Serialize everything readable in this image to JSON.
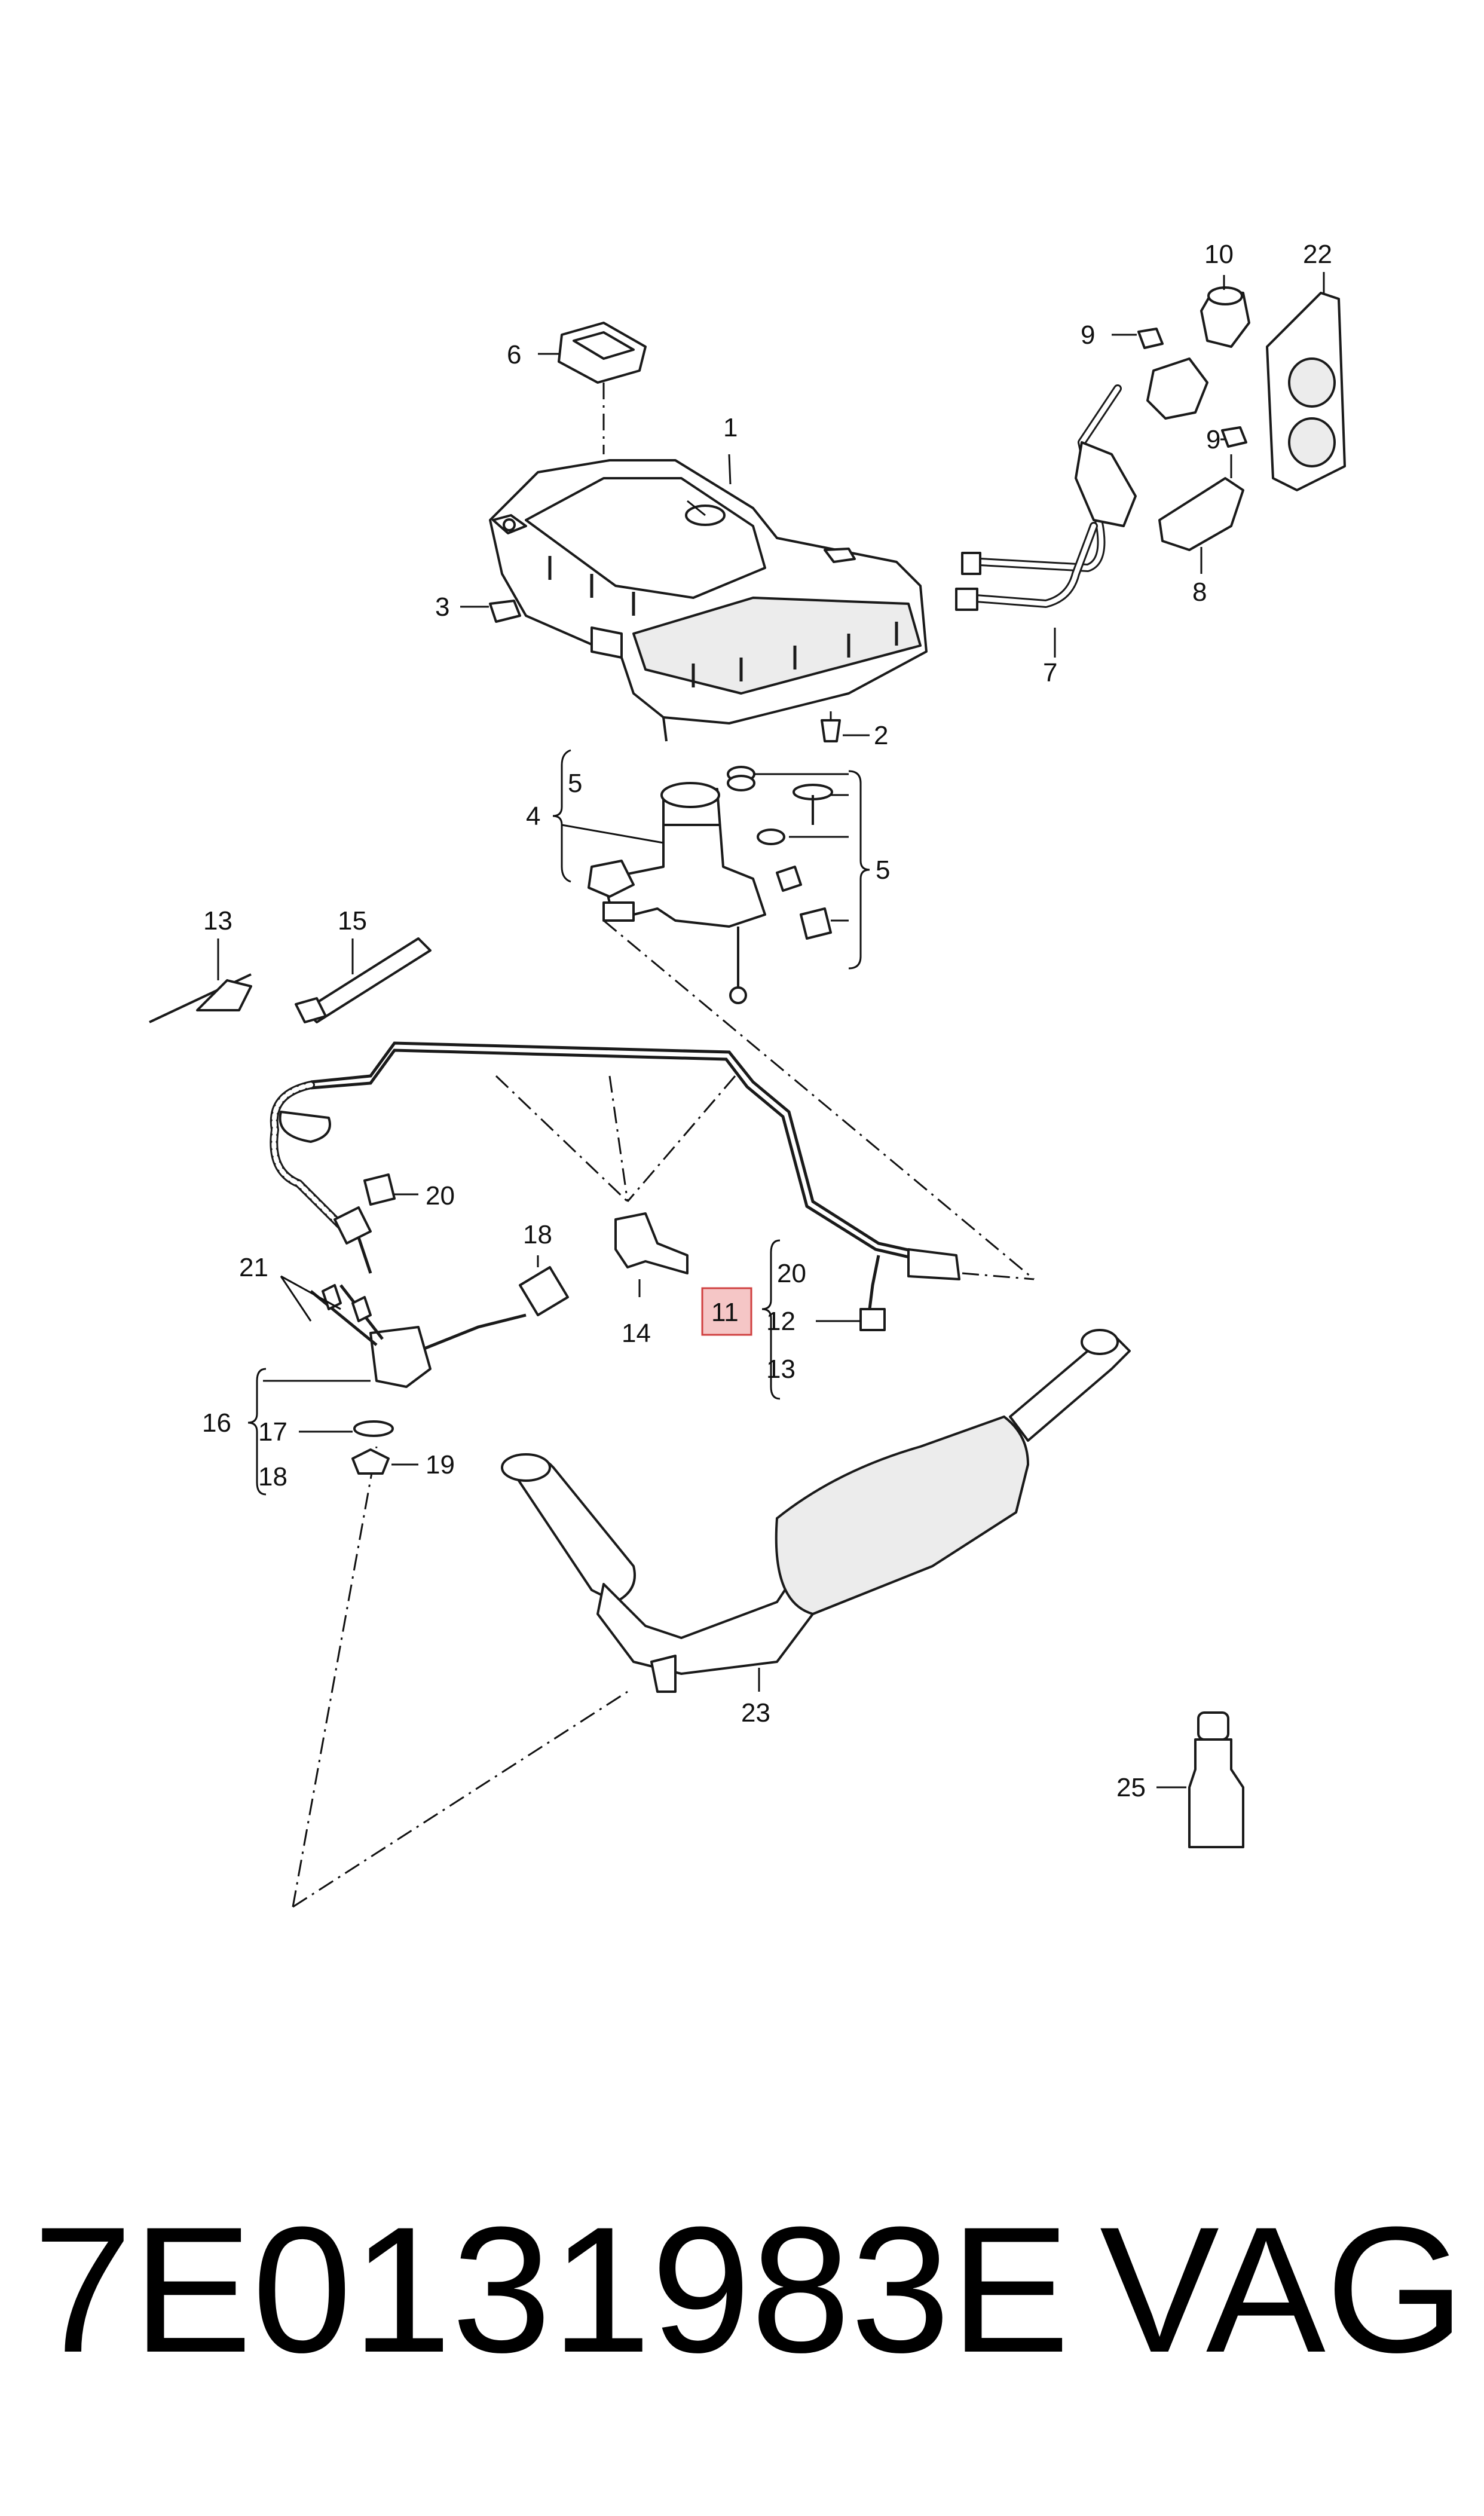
{
  "callouts": {
    "c1": "1",
    "c2": "2",
    "c3": "3",
    "c4": "4",
    "c5a": "5",
    "c5b": "5",
    "c6": "6",
    "c7": "7",
    "c8": "8",
    "c9a": "9",
    "c9b": "9",
    "c10": "10",
    "c11": "11",
    "c12": "12",
    "c13a": "13",
    "c13b": "13",
    "c14": "14",
    "c15": "15",
    "c16": "16",
    "c17": "17",
    "c18a": "18",
    "c18b": "18",
    "c19": "19",
    "c20a": "20",
    "c20b": "20",
    "c21": "21",
    "c22": "22",
    "c23": "23",
    "c25": "25"
  },
  "highlight_color": "#f5c6c6",
  "footer": {
    "part_number": "7E0131983E",
    "brand": "VAG"
  }
}
